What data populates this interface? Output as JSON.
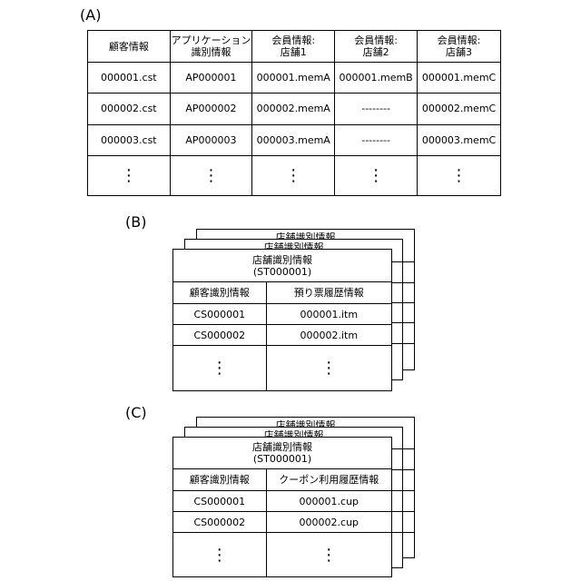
{
  "figure_a": {
    "label": "(A)",
    "headers": [
      {
        "line1": "顧客情報",
        "line2": ""
      },
      {
        "line1": "アプリケーション",
        "line2": "識別情報"
      },
      {
        "line1": "会員情報:",
        "line2": "店舗1"
      },
      {
        "line1": "会員情報:",
        "line2": "店舗2"
      },
      {
        "line1": "会員情報:",
        "line2": "店舗3"
      }
    ],
    "rows": [
      [
        "000001.cst",
        "AP000001",
        "000001.memA",
        "000001.memB",
        "000001.memC"
      ],
      [
        "000002.cst",
        "AP000002",
        "000002.memA",
        "--------",
        "000002.memC"
      ],
      [
        "000003.cst",
        "AP000003",
        "000003.memA",
        "--------",
        "000003.memC"
      ]
    ],
    "ellipsis": "⋮"
  },
  "figure_b": {
    "label": "(B)",
    "ghost_title": "店舗識別情報",
    "title": "店舗識別情報",
    "subtitle": "(ST000001)",
    "col_headers": [
      "顧客識別情報",
      "預り票履歴情報"
    ],
    "rows": [
      [
        "CS000001",
        "000001.itm"
      ],
      [
        "CS000002",
        "000002.itm"
      ]
    ],
    "ellipsis": "⋮"
  },
  "figure_c": {
    "label": "(C)",
    "ghost_title": "店舗識別情報",
    "title": "店舗識別情報",
    "subtitle": "(ST000001)",
    "col_headers": [
      "顧客識別情報",
      "クーポン利用履歴情報"
    ],
    "rows": [
      [
        "CS000001",
        "000001.cup"
      ],
      [
        "CS000002",
        "000002.cup"
      ]
    ],
    "ellipsis": "⋮"
  }
}
